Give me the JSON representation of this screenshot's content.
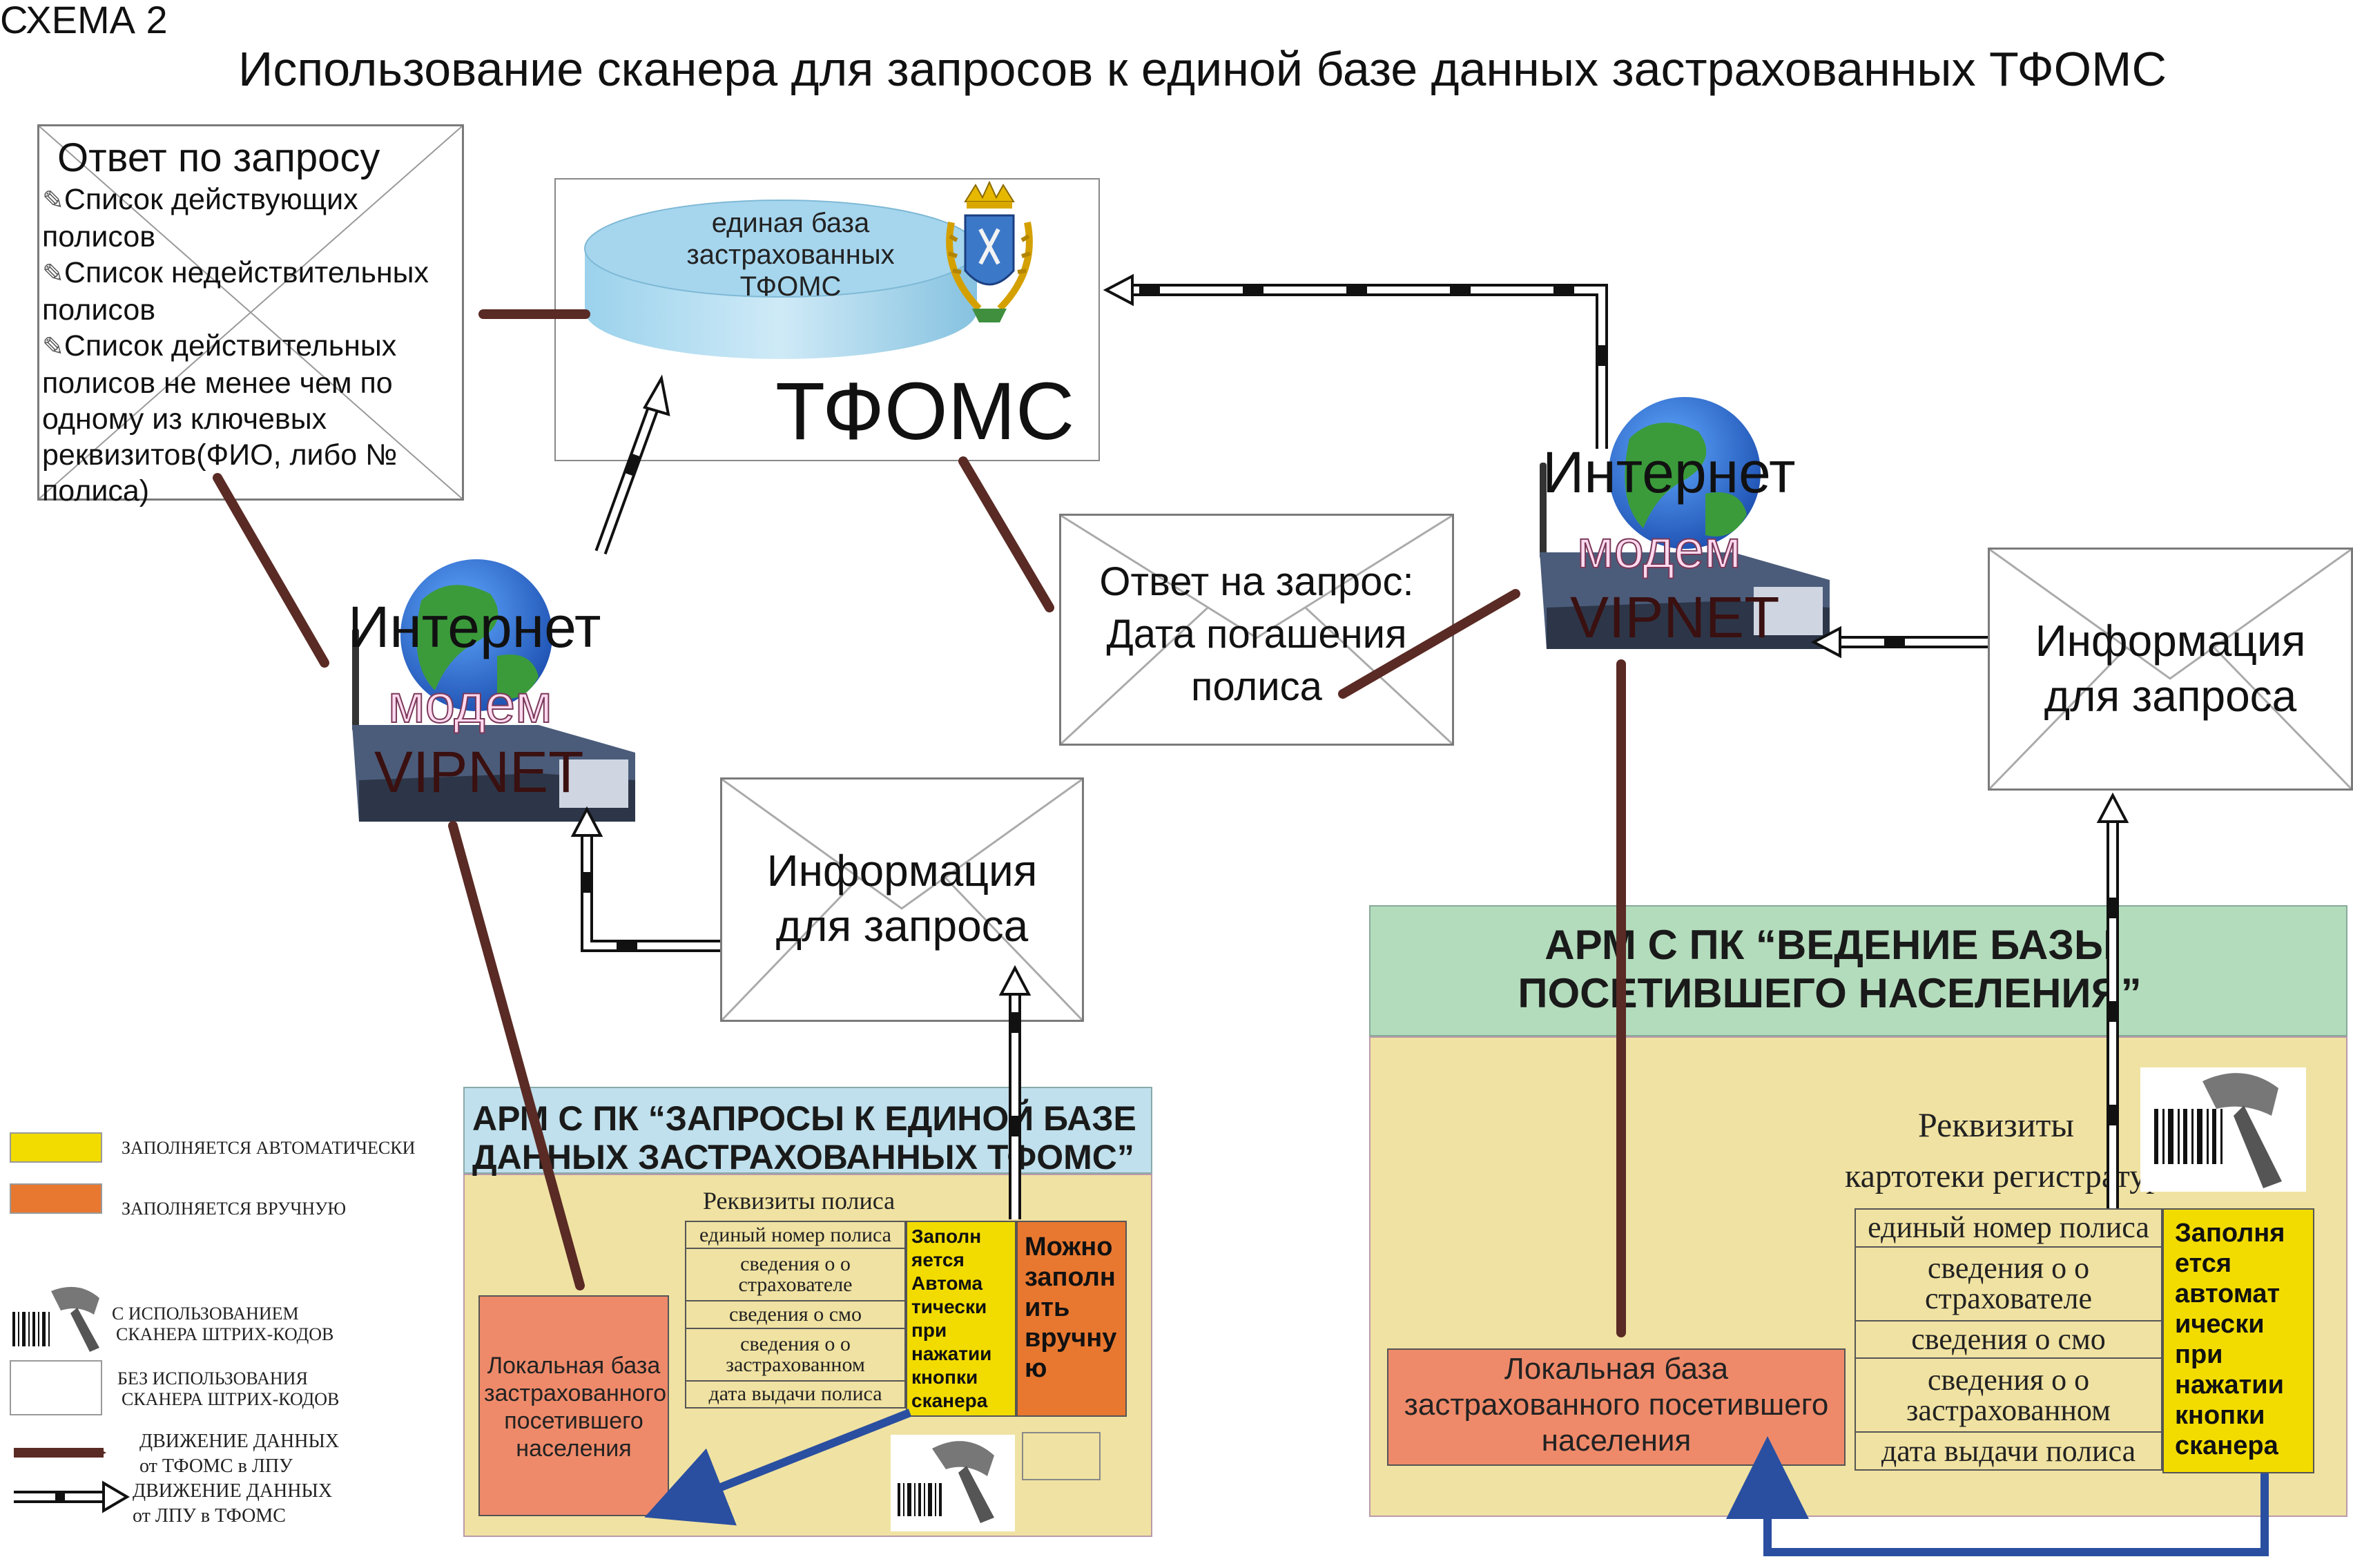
{
  "scheme_label": "СХЕМА 2",
  "title": "Использование сканера для запросов к единой базе данных застрахованных ТФОМС",
  "tfoms": {
    "db_label": "единая база застрахованных ТФОМС",
    "name": "ТФОМС",
    "coat_of_arms_icon": "saratov-coat-of-arms-icon"
  },
  "response_box": {
    "title": "Ответ по запросу",
    "items": [
      "Список действующих полисов",
      "Список недействительных полисов",
      "Список действительных полисов не менее чем по одному из ключевых реквизитов(ФИО, либо № полиса)"
    ],
    "bullet_icon": "pencil-icon"
  },
  "modem_left": {
    "line1": "Интернет",
    "line2": "модем",
    "line3": "VIPNET"
  },
  "modem_right": {
    "line1": "Интернет",
    "line2": "модем",
    "line3": "VIPNET"
  },
  "answer_envelope": {
    "text": "Ответ на  запрос: Дата погашения полиса"
  },
  "info_envelope_left": {
    "text": "Информация для запроса"
  },
  "info_envelope_right": {
    "text": "Информация для запроса"
  },
  "arm_left": {
    "header": "АРМ  С ПК “ЗАПРОСЫ К ЕДИНОЙ БАЗЕ ДАННЫХ ЗАСТРАХОВАННЫХ   ТФОМС”",
    "local_db": "Локальная база застрахованного посетившего населения",
    "requisites_title": "Реквизиты  полиса",
    "rows": [
      "единый номер полиса",
      "сведения о о страхователе",
      "сведения о смо",
      "сведения о о застрахованном",
      "дата выдачи полиса"
    ],
    "auto_fill": "Заполн яется Автома тически при нажатии кнопки сканера",
    "manual_fill": "Можно заполн ить вручну ю"
  },
  "arm_right": {
    "header": "АРМ С ПК “ВЕДЕНИЕ БАЗЫ ПОСЕТИВШЕГО НАСЕЛЕНИЯ”",
    "requisites_title_line1": "Реквизиты",
    "requisites_title_line2": "картотеки регистратуры",
    "local_db": "Локальная база застрахованного посетившего населения",
    "rows": [
      "единый номер полиса",
      "сведения о о страхователе",
      "сведения о смо",
      "сведения о о застрахованном",
      "дата выдачи полиса"
    ],
    "auto_fill": "Заполня ется автомат ически при нажатии кнопки сканера"
  },
  "legend": {
    "auto": "ЗАПОЛНЯЕТСЯ АВТОМАТИЧЕСКИ",
    "manual": "ЗАПОЛНЯЕТСЯ ВРУЧНУЮ",
    "with_scanner_line1": "С ИСПОЛЬЗОВАНИЕМ",
    "with_scanner_line2": "СКАНЕРА ШТРИХ-КОДОВ",
    "without_scanner_line1": "БЕЗ ИСПОЛЬЗОВАНИЯ",
    "without_scanner_line2": "СКАНЕРА ШТРИХ-КОДОВ",
    "flow_to_lpu_line1": "ДВИЖЕНИЕ ДАННЫХ",
    "flow_to_lpu_line2": "от ТФОМС в ЛПУ",
    "flow_to_tfoms_line1": "ДВИЖЕНИЕ ДАННЫХ",
    "flow_to_tfoms_line2": "от  ЛПУ в ТФОМС"
  },
  "colors": {
    "auto_fill": "#f2dc00",
    "manual_fill": "#e87830",
    "local_db": "#ee8a6a",
    "arm_left_header": "#bfe0ec",
    "arm_right_header": "#b3dcbc",
    "arm_body": "#f0e2a2",
    "arrow_to_lpu": "#5a2a24",
    "scanner_link": "#2a4fa0",
    "db_cylinder": "#8ccbe8"
  }
}
